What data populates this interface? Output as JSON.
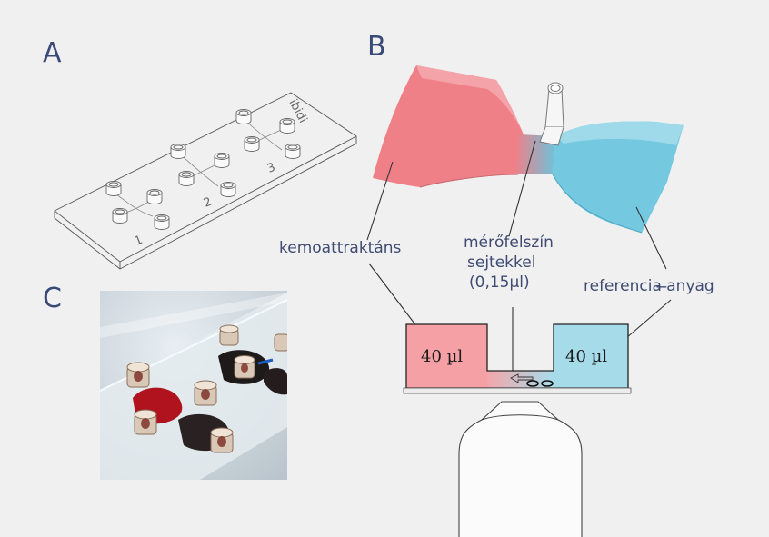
{
  "panels": {
    "a": "A",
    "b": "B",
    "c": "C"
  },
  "chip": {
    "brand": "ibidi",
    "channel_numbers": [
      "1",
      "2",
      "3"
    ]
  },
  "labels": {
    "chemoattractant": "kemoattraktáns",
    "observation_line1": "mérőfelszín",
    "observation_line2": "sejtekkel",
    "observation_line3": "(0,15µl)",
    "reference": "referencia ̶anyag"
  },
  "volumes": {
    "left": "40 µl",
    "right": "40 µl"
  },
  "colors": {
    "background": "#f0f0f0",
    "chemoattractant": "#f08a8f",
    "reference": "#8fd3e6",
    "label_text": "#3f4b72"
  }
}
